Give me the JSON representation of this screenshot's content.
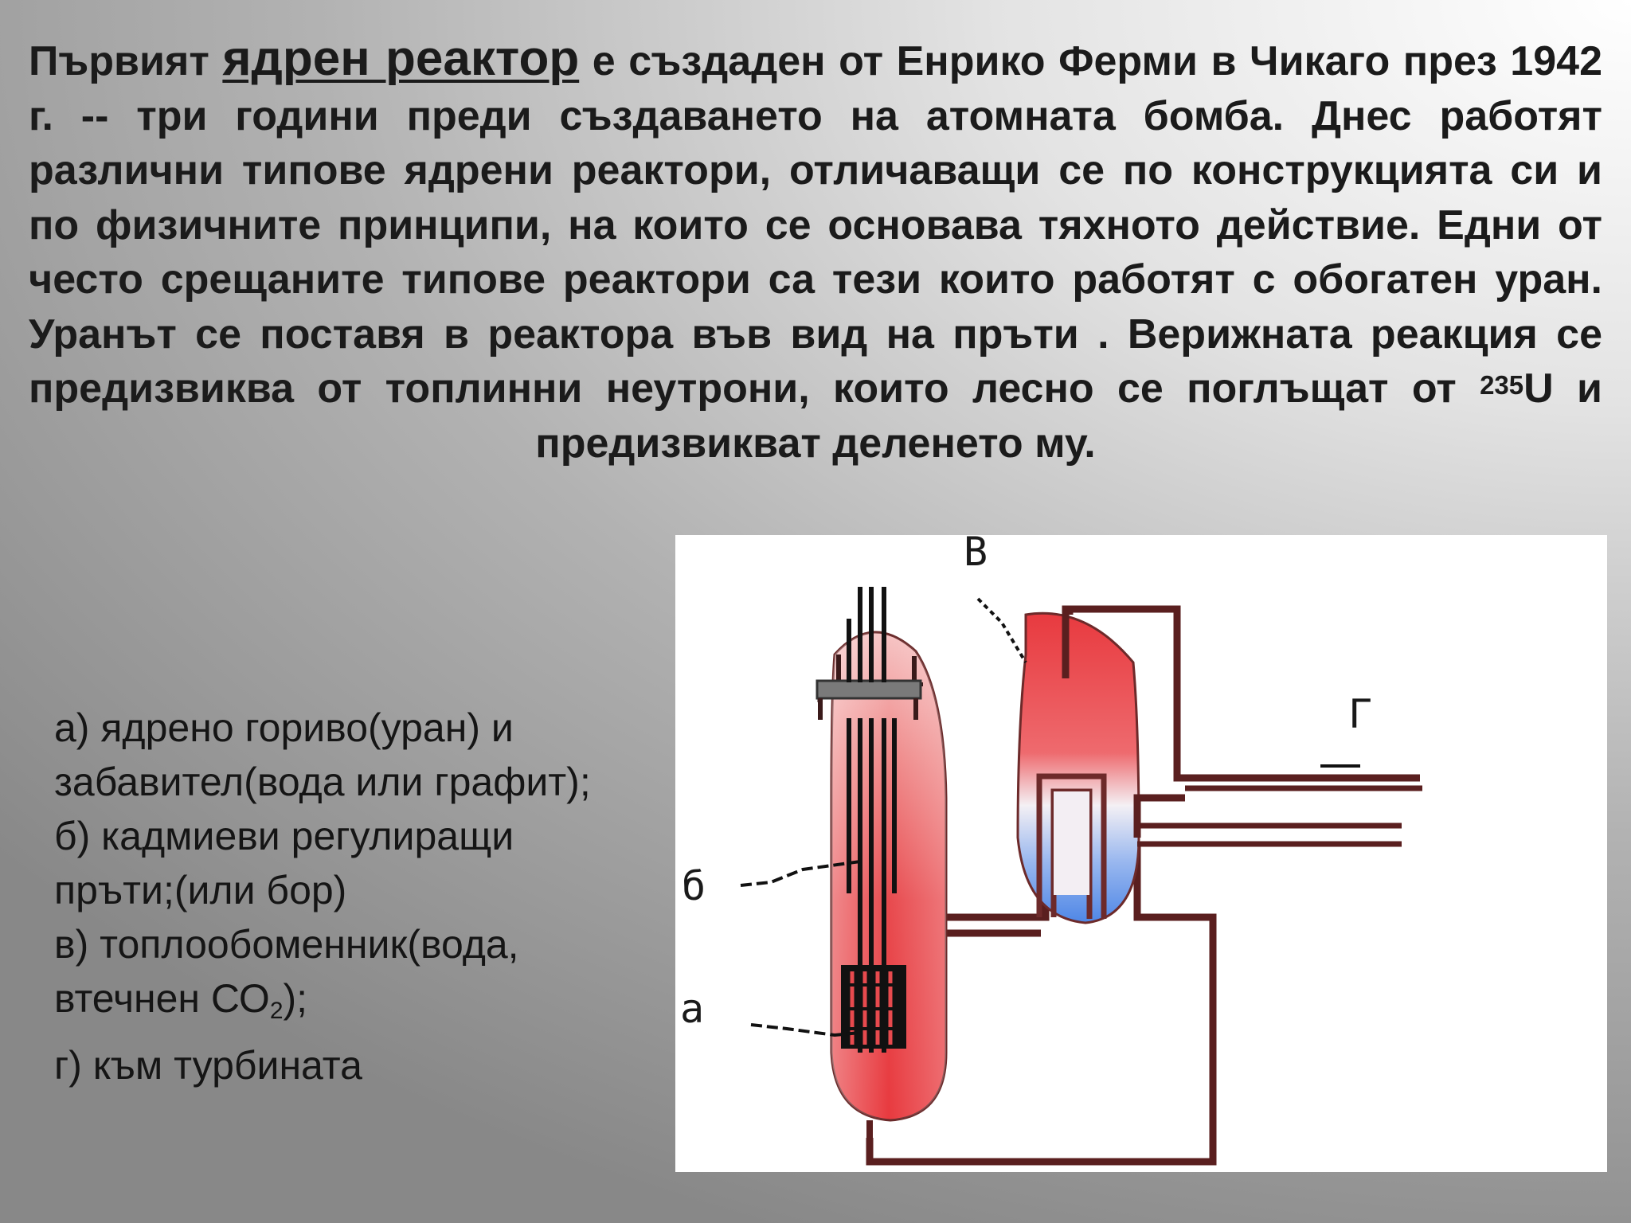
{
  "paragraph": {
    "part1": "Първият ",
    "term": "ядрен реактор",
    "part2": " е създаден от Енрико Ферми в Чикаго през 1942 г. -- три години преди създаването на атомната бомба. Днес работят различни типове ядрени реактори, отличаващи се по конструкцията си и по физичните принципи, на които се основава тяхното действие. Едни от често срещаните типове реактори са тези които работят с обогатен уран. Уранът се поставя в реактора във вид на пръти . Верижната реакция се предизвиква от топлинни неутрони, които лесно се поглъщат от ",
    "isotope_mass": "235",
    "isotope_symbol": "U",
    "part3": " и предизвикват деленето му."
  },
  "legend": {
    "a": " а)  ядрено гориво(уран) и забавител(вода или графит);",
    "b": " б)  кадмиеви регулиращи пръти;(или бор)",
    "c_text": " в) топлообоменник(вода, втечнен СО",
    "c_sub": "2",
    "c_end": ");",
    "d": " г)  към турбината"
  },
  "diagram": {
    "label_a": "а",
    "label_b": "б",
    "label_v": "В",
    "label_g": "Г",
    "colors": {
      "hot": "#e83a3f",
      "hot_light": "#f6c4c4",
      "cold": "#4f87e6",
      "pipe": "#5a1f1f",
      "rod": "#111111",
      "cap": "#7a7a7a"
    }
  }
}
